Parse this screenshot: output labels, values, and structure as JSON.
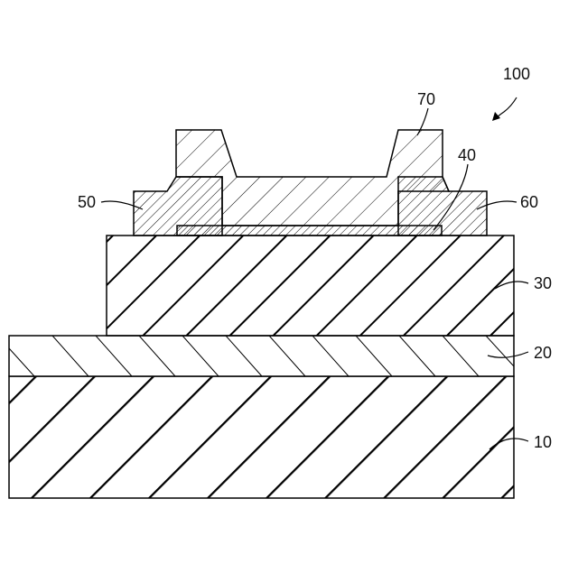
{
  "figure": {
    "assembly_label": "100",
    "labels": {
      "substrate": "10",
      "layer_20": "20",
      "layer_30": "30",
      "layer_40": "40",
      "electrode_50": "50",
      "electrode_60": "60",
      "layer_70": "70"
    }
  }
}
